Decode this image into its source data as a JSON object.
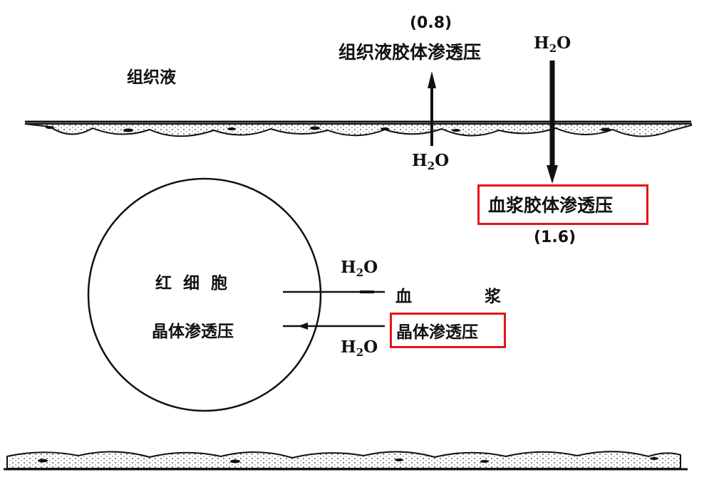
{
  "labels": {
    "interstitial_fluid": "组织液",
    "tissue_colloid_pressure": "组织液胶体渗透压",
    "tissue_colloid_value": "(0.8)",
    "plasma_colloid_pressure": "血浆胶体渗透压",
    "plasma_colloid_value": "(1.6)",
    "rbc": "红  细  胞",
    "rbc_crystal_pressure": "晶体渗透压",
    "plasma_left": "血",
    "plasma_right": "浆",
    "plasma_crystal_pressure": "晶体渗透压"
  },
  "water": {
    "h": "H",
    "sub": "2",
    "o": "O"
  },
  "colors": {
    "ink": "#111111",
    "highlight_box": "#e4141b",
    "membrane_fill": "#f4f4ee"
  }
}
